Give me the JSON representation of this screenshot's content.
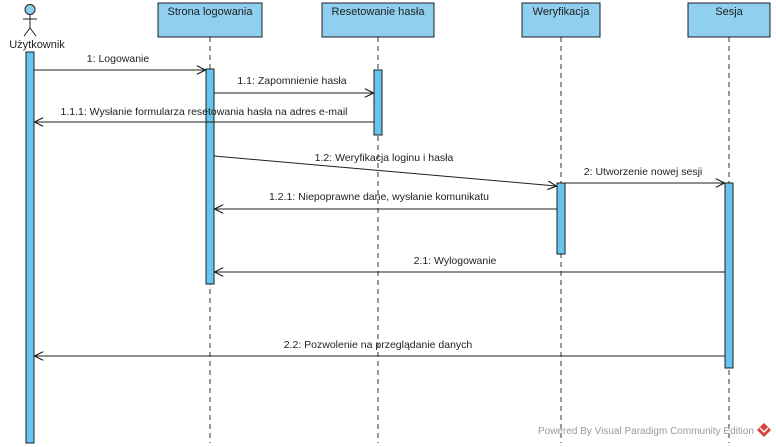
{
  "diagram": {
    "type": "uml-sequence",
    "actor": {
      "label": "Użytkownik"
    },
    "participants": [
      {
        "label": "Strona logowania"
      },
      {
        "label": "Resetowanie hasła"
      },
      {
        "label": "Weryfikacja"
      },
      {
        "label": "Sesja"
      }
    ],
    "messages": [
      {
        "label": "1: Logowanie",
        "from": "Użytkownik",
        "to": "Strona logowania"
      },
      {
        "label": "1.1: Zapomnienie hasła",
        "from": "Strona logowania",
        "to": "Resetowanie hasła"
      },
      {
        "label": "1.1.1: Wysłanie formularza resetowania hasła na adres e-mail",
        "from": "Resetowanie hasła",
        "to": "Użytkownik"
      },
      {
        "label": "1.2: Weryfikacja loginu i hasła",
        "from": "Strona logowania",
        "to": "Weryfikacja"
      },
      {
        "label": "2: Utworzenie nowej sesji",
        "from": "Weryfikacja",
        "to": "Sesja"
      },
      {
        "label": "1.2.1: Niepoprawne dane, wysłanie komunikatu",
        "from": "Weryfikacja",
        "to": "Strona logowania"
      },
      {
        "label": "2.1: Wylogowanie",
        "from": "Sesja",
        "to": "Strona logowania"
      },
      {
        "label": "2.2: Pozwolenie na przeglądanie danych",
        "from": "Sesja",
        "to": "Użytkownik"
      }
    ],
    "watermark": {
      "text": "Powered By  Visual Paradigm Community Edition"
    },
    "colors": {
      "participant_fill": "#8fcfef",
      "activation_fill": "#67c5ef",
      "line": "#1f1f1f",
      "lifeline": "#333333",
      "watermark_logo": "#d9413b"
    }
  }
}
